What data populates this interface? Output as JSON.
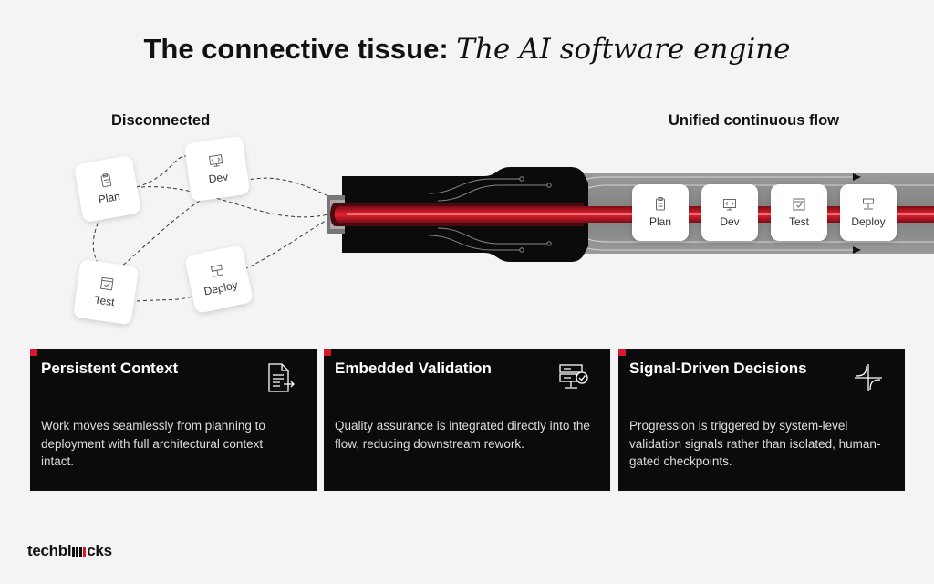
{
  "title": {
    "bold": "The connective tissue:",
    "italic": "The AI software engine"
  },
  "sections": {
    "disconnected": "Disconnected",
    "unified": "Unified continuous flow"
  },
  "stages_disconnected": [
    {
      "label": "Plan",
      "icon": "clipboard-icon"
    },
    {
      "label": "Dev",
      "icon": "code-monitor-icon"
    },
    {
      "label": "Test",
      "icon": "checklist-window-icon"
    },
    {
      "label": "Deploy",
      "icon": "server-icon"
    }
  ],
  "stages_unified": [
    {
      "label": "Plan",
      "icon": "clipboard-icon"
    },
    {
      "label": "Dev",
      "icon": "code-monitor-icon"
    },
    {
      "label": "Test",
      "icon": "checklist-window-icon"
    },
    {
      "label": "Deploy",
      "icon": "server-icon"
    }
  ],
  "cards": [
    {
      "title": "Persistent Context",
      "description": "Work moves seamlessly from planning to deployment with full architectural context intact.",
      "icon": "document-arrow-icon"
    },
    {
      "title": "Embedded Validation",
      "description": "Quality assurance is integrated directly into the flow, reducing downstream rework.",
      "icon": "server-check-icon"
    },
    {
      "title": "Signal-Driven Decisions",
      "description": "Progression is triggered by system-level validation signals rather than isolated, human-gated checkpoints.",
      "icon": "signal-curve-icon"
    }
  ],
  "logo": {
    "before": "techbl",
    "after": "cks"
  },
  "colors": {
    "accent": "#d6182a",
    "dark": "#0b0b0b",
    "pipe": "#8a8a8a",
    "background": "#f4f4f4"
  }
}
